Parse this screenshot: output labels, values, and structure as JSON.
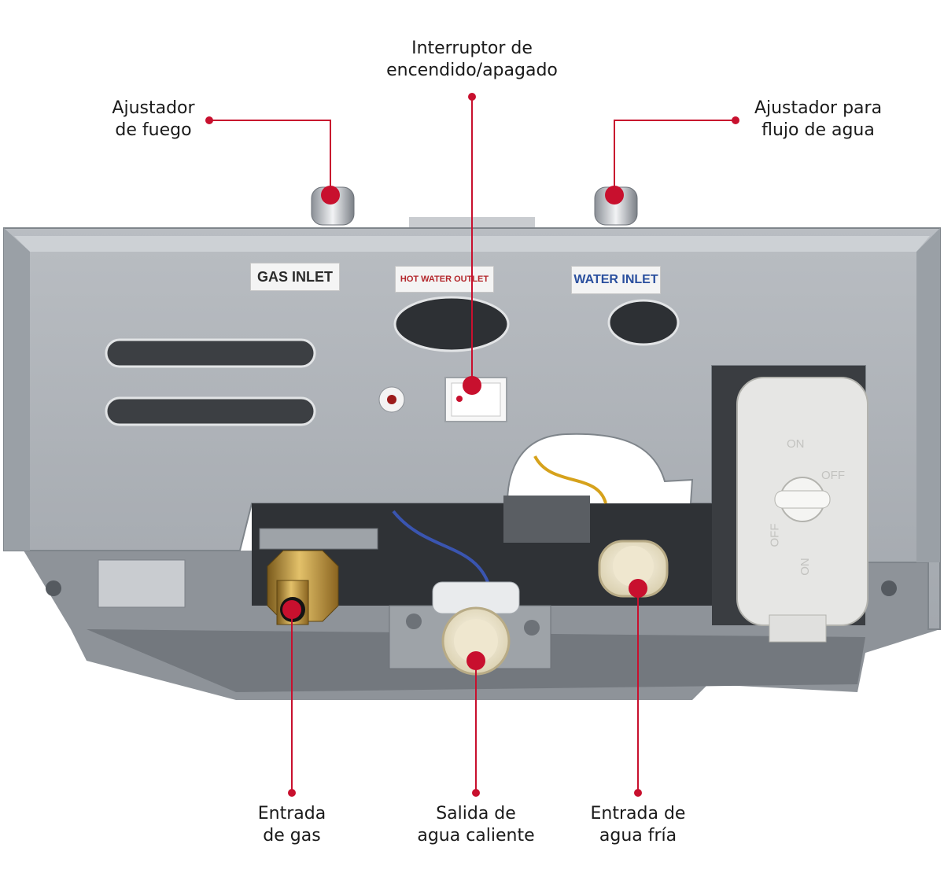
{
  "accent_color": "#c8102e",
  "callouts": {
    "switch": {
      "line1": "Interruptor de",
      "line2": "encendido/apagado"
    },
    "fire": {
      "line1": "Ajustador",
      "line2": "de fuego"
    },
    "water_flow": {
      "line1": "Ajustador para",
      "line2": "flujo de agua"
    },
    "gas_in": {
      "line1": "Entrada",
      "line2": "de gas"
    },
    "hot_out": {
      "line1": "Salida de",
      "line2": "agua caliente"
    },
    "cold_in": {
      "line1": "Entrada de",
      "line2": "agua fría"
    }
  },
  "plate_labels": {
    "gas": "GAS INLET",
    "hot": "HOT WATER OUTLET",
    "water": "WATER INLET"
  },
  "knob_labels": {
    "on_top": "ON",
    "off_top": "OFF",
    "off_bottom": "OFF",
    "on_bottom": "ON"
  }
}
